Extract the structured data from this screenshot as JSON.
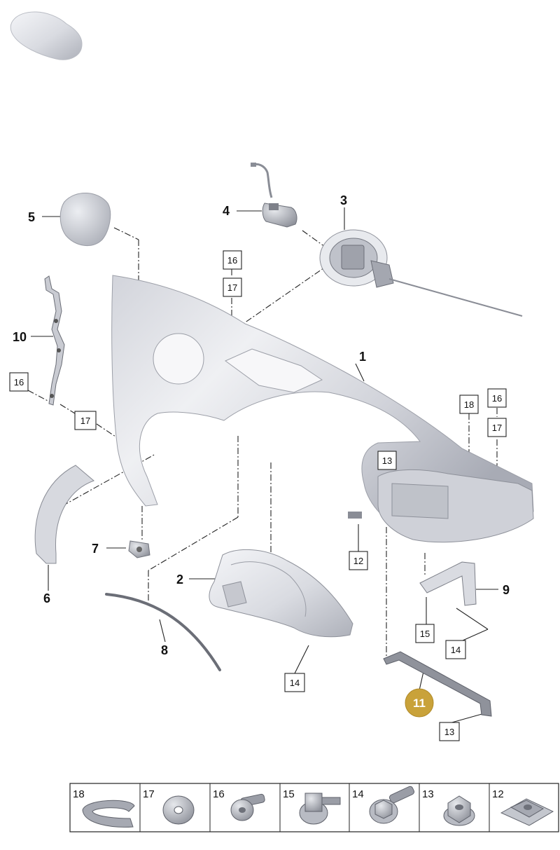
{
  "callouts": {
    "c1": "1",
    "c2": "2",
    "c3": "3",
    "c4": "4",
    "c5": "5",
    "c6": "6",
    "c7": "7",
    "c8": "8",
    "c9": "9",
    "c10": "10",
    "highlight": "11"
  },
  "boxes": {
    "b16_top": "16",
    "b17_top": "17",
    "b16_left": "16",
    "b17_left": "17",
    "b13_mid": "13",
    "b12": "12",
    "b18": "18",
    "b16_right": "16",
    "b17_right": "17",
    "b15": "15",
    "b14_right": "14",
    "b14_bottom": "14",
    "b13_bottom": "13"
  },
  "legend": {
    "cells": [
      {
        "num": "18",
        "icon": "u-shim-icon"
      },
      {
        "num": "17",
        "icon": "washer-icon"
      },
      {
        "num": "16",
        "icon": "bolt-icon"
      },
      {
        "num": "15",
        "icon": "flange-nut-icon"
      },
      {
        "num": "14",
        "icon": "flange-bolt-icon"
      },
      {
        "num": "13",
        "icon": "hex-nut-icon"
      },
      {
        "num": "12",
        "icon": "speed-clip-icon"
      }
    ]
  },
  "colors": {
    "highlight": "#c9a23a",
    "part_light": "#eceef2",
    "part_dark": "#b4b7c0"
  }
}
